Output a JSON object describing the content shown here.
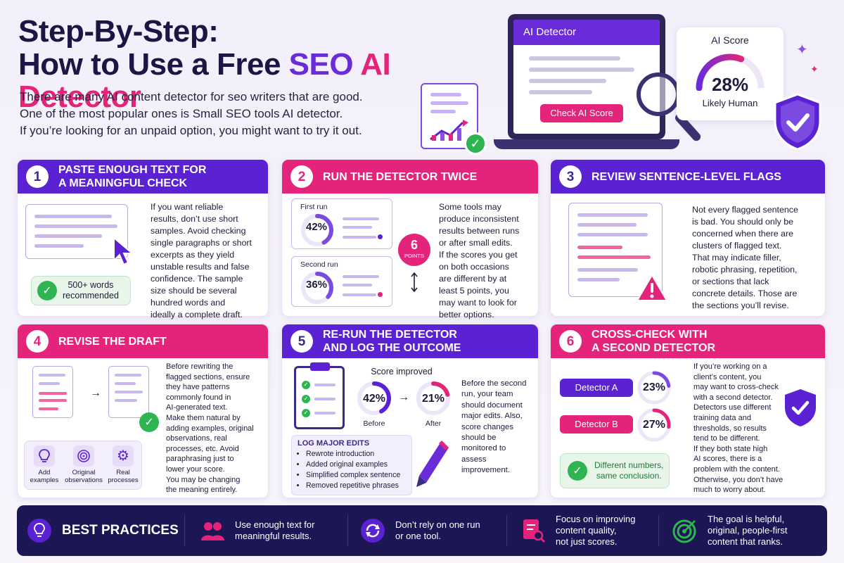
{
  "header": {
    "title_line1": "Step-By-Step:",
    "title_line2_prefix": "How to Use a Free ",
    "title_line2_hl1": "SEO",
    "title_line2_hl2": "AI Detector",
    "intro": [
      "There are many AI content detector for seo writers that are good.",
      "One of the most popular ones is Small SEO tools AI detector.",
      "If you’re looking for an unpaid option, you might want to try it out."
    ]
  },
  "hero": {
    "app_title": "AI Detector",
    "check_button": "Check AI Score",
    "score_title": "AI Score",
    "score_value": "28%",
    "score_fraction": 0.28,
    "score_label": "Likely Human"
  },
  "cards": [
    {
      "num": "1",
      "title_l1": "PASTE ENOUGH TEXT FOR",
      "title_l2": "A MEANINGFUL CHECK",
      "badge": [
        "500+ words",
        "recommended"
      ],
      "text": [
        "If you want reliable",
        "results, don’t use short",
        "samples. Avoid checking",
        "single paragraphs or short",
        "excerpts as they yield",
        "unstable results and false",
        "confidence. The sample",
        "size should be several",
        "hundred words and",
        "ideally a complete draft."
      ]
    },
    {
      "num": "2",
      "title_l1": "RUN THE DETECTOR TWICE",
      "first_label": "First run",
      "first_value": "42%",
      "first_fraction": 0.42,
      "second_label": "Second run",
      "second_value": "36%",
      "second_fraction": 0.36,
      "diff_value": "6",
      "diff_unit": "POINTS",
      "text": [
        "Some tools may",
        "produce inconsistent",
        "results between runs",
        "or after small edits.",
        "If the scores you get",
        "on both occasions",
        "are different by at",
        "least 5 points, you",
        "may want to look for",
        "better options."
      ]
    },
    {
      "num": "3",
      "title_l1": "REVIEW SENTENCE-LEVEL FLAGS",
      "text": [
        "Not every flagged sentence",
        "is bad. You should only be",
        "concerned when there are",
        "clusters of flagged text.",
        "That may indicate filler,",
        "robotic phrasing, repetition,",
        "or sections that lack",
        "concrete details. Those are",
        "the sections you’ll revise."
      ]
    },
    {
      "num": "4",
      "title_l1": "REVISE THE DRAFT",
      "icons": [
        {
          "label_l1": "Add",
          "label_l2": "examples"
        },
        {
          "label_l1": "Original",
          "label_l2": "observations"
        },
        {
          "label_l1": "Real",
          "label_l2": "processes"
        }
      ],
      "text": [
        "Before rewriting the",
        "flagged sections, ensure",
        "they have patterns",
        "commonly found in",
        "AI-generated text.",
        "Make them natural by",
        "adding examples, original",
        "observations, real",
        "processes, etc. Avoid",
        "paraphrasing just to",
        "lower your score.",
        "You may be changing",
        "the meaning entirely."
      ]
    },
    {
      "num": "5",
      "title_l1": "RE-RUN THE DETECTOR",
      "title_l2": "AND LOG THE OUTCOME",
      "score_title": "Score improved",
      "before_value": "42%",
      "before_fraction": 0.42,
      "before_label": "Before",
      "after_value": "21%",
      "after_fraction": 0.21,
      "after_label": "After",
      "log_title": "LOG MAJOR EDITS",
      "log_items": [
        "Rewrote introduction",
        "Added original examples",
        "Simplified complex sentence",
        "Removed repetitive phrases"
      ],
      "text": [
        "Before the second",
        "run, your team",
        "should document",
        "major edits. Also,",
        "score changes",
        "should be",
        "monitored to",
        "assess",
        "improvement."
      ]
    },
    {
      "num": "6",
      "title_l1": "CROSS-CHECK WITH",
      "title_l2": "A SECOND DETECTOR",
      "det_a": "Detector A",
      "det_a_value": "23%",
      "det_a_fraction": 0.23,
      "det_b": "Detector B",
      "det_b_value": "27%",
      "det_b_fraction": 0.27,
      "badge": [
        "Different numbers,",
        "same conclusion."
      ],
      "text": [
        "If you’re working on a",
        "client’s content, you",
        "may want to cross-check",
        "with a second detector.",
        "Detectors use different",
        "training data and",
        "thresholds, so results",
        "tend to be different.",
        "If they both state high",
        "AI scores, there is a",
        "problem with the content.",
        "Otherwise, you don’t have",
        "much to worry about."
      ]
    }
  ],
  "footer": {
    "title": "BEST PRACTICES",
    "items": [
      {
        "l1": "Use enough text for",
        "l2": "meaningful results."
      },
      {
        "l1": "Don’t rely on one run",
        "l2": "or one tool."
      },
      {
        "l1": "Focus on improving",
        "l2": "content quality,",
        "l3": "not just scores."
      },
      {
        "l1": "The goal is helpful,",
        "l2": "original, people-first",
        "l3": "content that ranks."
      }
    ]
  },
  "colors": {
    "purple": "#5a22d2",
    "pink": "#e3247a",
    "navy": "#1d1654",
    "green": "#2fb452"
  }
}
